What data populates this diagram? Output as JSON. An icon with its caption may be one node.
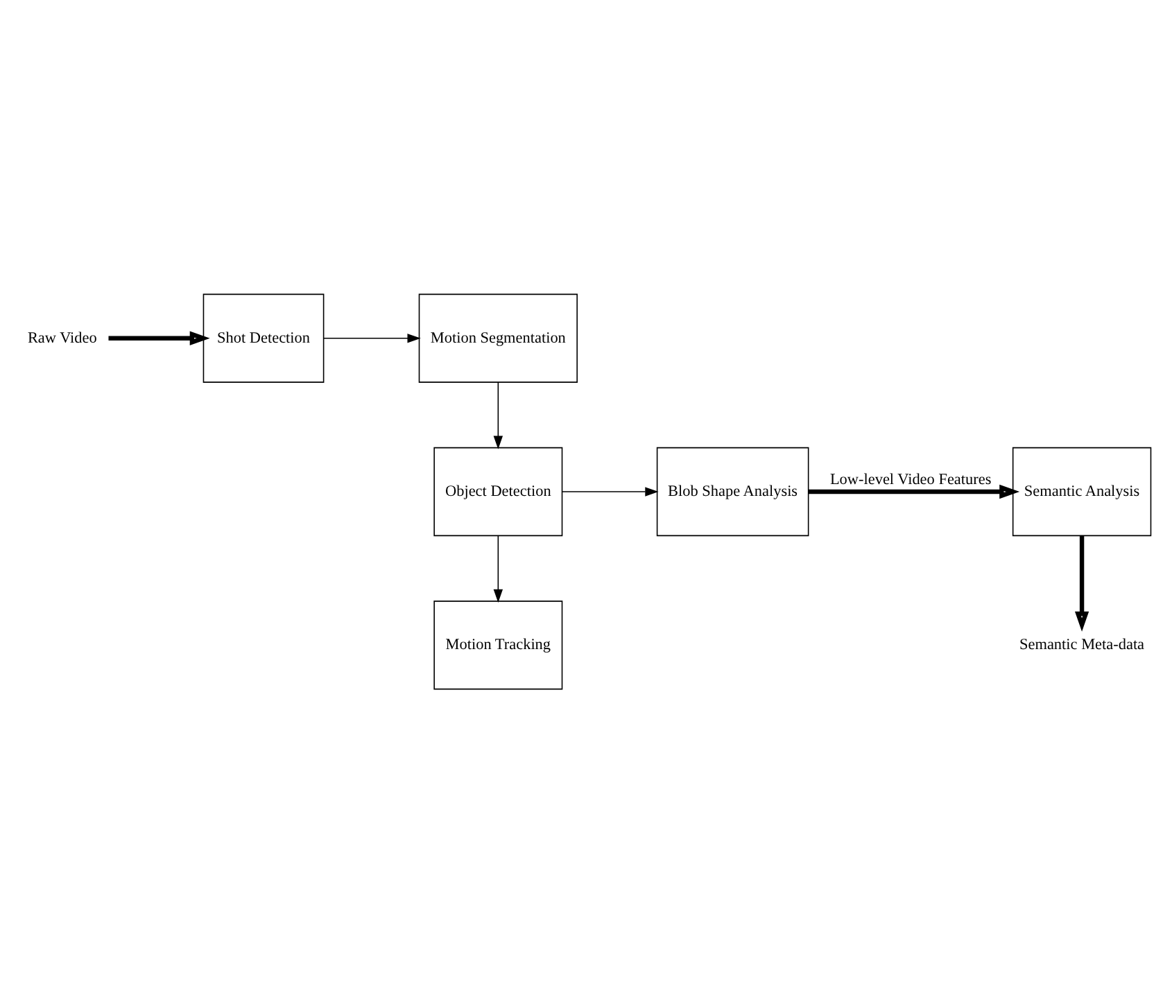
{
  "diagram": {
    "nodes": [
      {
        "text": [
          "Raw Video"
        ]
      },
      {
        "text": [
          "Shot Detection"
        ]
      },
      {
        "text": [
          "Motion Segmentation"
        ]
      },
      {
        "text": [
          "Object Detection"
        ]
      },
      {
        "text": [
          "Blob Shape Analysis"
        ]
      },
      {
        "text": [
          "Motion Tracking"
        ]
      },
      {
        "text": [
          "Semantic Analysis"
        ]
      },
      {
        "text": [
          "Semantic Meta-data"
        ]
      }
    ],
    "edges": [
      {
        "from": 0,
        "to": 1,
        "arrow": "to",
        "style": "thick"
      },
      {
        "from": 1,
        "to": 2,
        "arrow": "to"
      },
      {
        "from": 2,
        "to": 3,
        "arrow": "to"
      },
      {
        "from": 3,
        "to": 4,
        "arrow": "to"
      },
      {
        "from": 3,
        "to": 5,
        "arrow": "to"
      },
      {
        "from": 4,
        "to": 6,
        "arrow": "to",
        "label": "Low-level Video Features",
        "style": "thick"
      },
      {
        "from": 6,
        "to": 7,
        "arrow": "to",
        "style": "thick"
      }
    ]
  }
}
